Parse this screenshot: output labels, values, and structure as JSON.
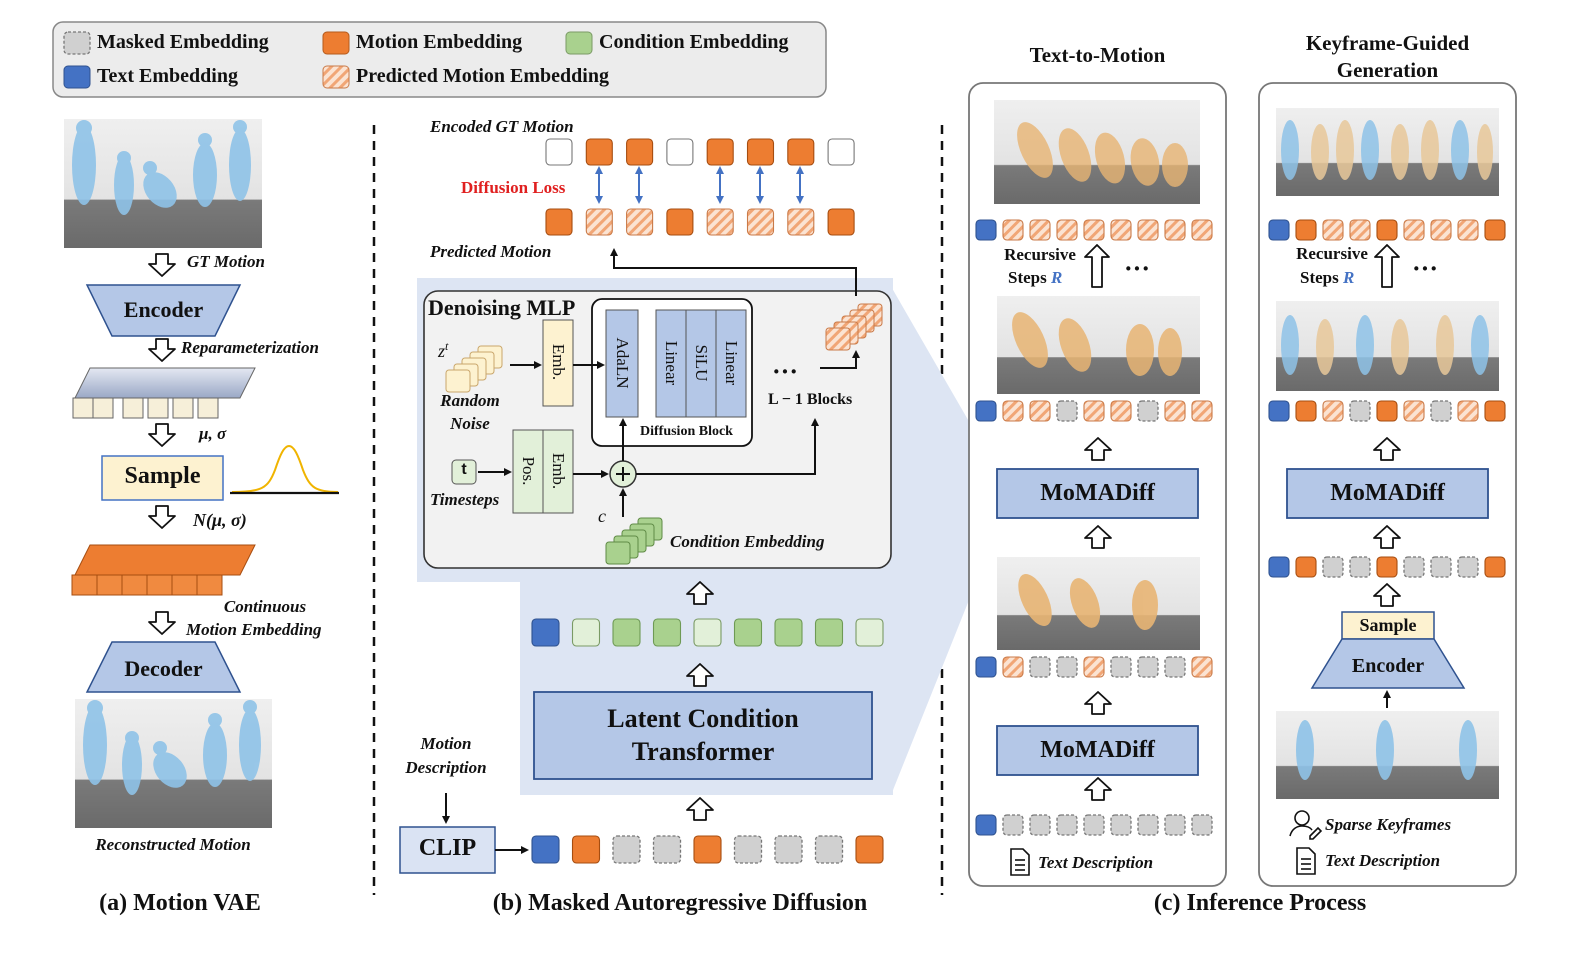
{
  "legend": {
    "masked": "Masked Embedding",
    "motion": "Motion Embedding",
    "condition": "Condition Embedding",
    "text": "Text Embedding",
    "predicted": "Predicted Motion Embedding"
  },
  "colors": {
    "motion": "#ed7d31",
    "condition": "#a9d18e",
    "condition_light": "#e2f0d9",
    "text": "#4472c4",
    "masked": "#d0d0d0",
    "block_blue": "#b4c7e7",
    "panel_bg": "#dde5f3",
    "diffusion_loss": "#e02020"
  },
  "vae": {
    "gt_motion": "GT Motion",
    "encoder": "Encoder",
    "reparameterization": "Reparameterization",
    "mu_sigma": "μ, σ",
    "sample": "Sample",
    "normal": "N(μ, σ)",
    "continuous_1": "Continuous",
    "continuous_2": "Motion Embedding",
    "decoder": "Decoder",
    "reconstructed": "Reconstructed Motion",
    "caption": "(a) Motion VAE"
  },
  "mar": {
    "encoded_gt": "Encoded GT Motion",
    "diffusion_loss": "Diffusion Loss",
    "predicted_motion": "Predicted Motion",
    "denoising_mlp": "Denoising MLP",
    "z_t": "z",
    "z_sup": "t",
    "random_noise_1": "Random",
    "random_noise_2": "Noise",
    "emb": "Emb.",
    "adaln": "AdaLN",
    "linear": "Linear",
    "silu": "SiLU",
    "diffusion_block": "Diffusion Block",
    "dots": "···",
    "l_blocks": "L − 1 Blocks",
    "t_box": "t",
    "timesteps": "Timesteps",
    "pos": "Pos.",
    "c_label": "c",
    "condition_embedding": "Condition Embedding",
    "latent_1": "Latent Condition",
    "latent_2": "Transformer",
    "motion_desc_1": "Motion",
    "motion_desc_2": "Description",
    "clip": "CLIP",
    "caption": "(b) Masked Autoregressive Diffusion"
  },
  "inference": {
    "t2m_title": "Text-to-Motion",
    "kf_title_1": "Keyframe-Guided",
    "kf_title_2": "Generation",
    "recursive": "Recursive",
    "steps": "Steps",
    "r": "R",
    "dots": "···",
    "momadiff": "MoMADiff",
    "text_description": "Text Description",
    "sample": "Sample",
    "encoder": "Encoder",
    "sparse_keyframes": "Sparse Keyframes",
    "caption": "(c) Inference Process"
  }
}
